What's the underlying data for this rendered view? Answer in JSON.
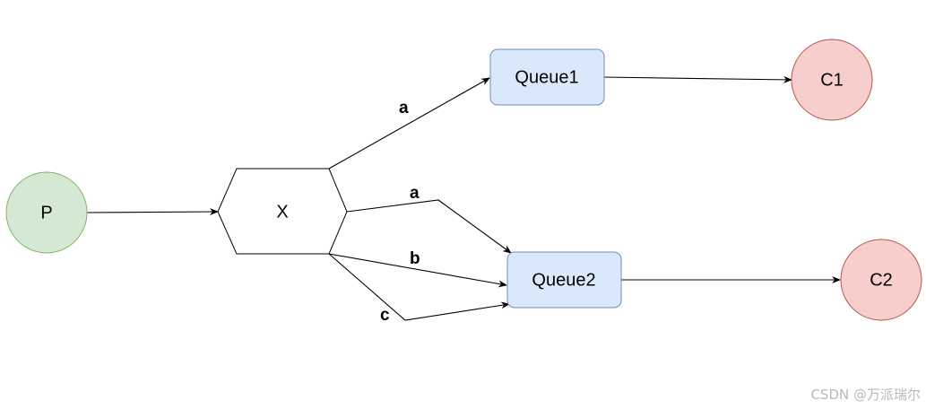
{
  "nodes": {
    "producer": "P",
    "exchange": "X",
    "queue1": "Queue1",
    "queue2": "Queue2",
    "consumer1": "C1",
    "consumer2": "C2"
  },
  "edges": {
    "x_to_queue1": "a",
    "x_to_queue2_a": "a",
    "x_to_queue2_b": "b",
    "x_to_queue2_c": "c"
  },
  "colors": {
    "producer_fill": "#d5e8d4",
    "producer_stroke": "#82b366",
    "queue_fill": "#dae8fc",
    "queue_stroke": "#6c8ebf",
    "consumer_fill": "#f8cecc",
    "consumer_stroke": "#b85450"
  },
  "watermark": "CSDN @万派瑞尔"
}
